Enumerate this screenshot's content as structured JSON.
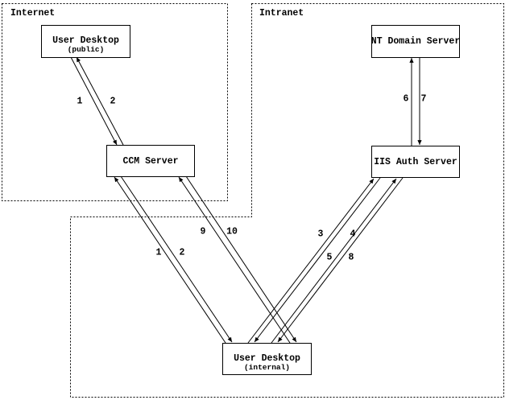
{
  "diagram": {
    "zones": [
      {
        "id": "internet",
        "label": "Internet"
      },
      {
        "id": "intranet",
        "label": "Intranet"
      }
    ],
    "nodes": [
      {
        "id": "user_desktop_public",
        "title": "User Desktop",
        "subtitle": "(public)",
        "zone": "internet"
      },
      {
        "id": "ccm_server",
        "title": "CCM Server",
        "zone": "internet"
      },
      {
        "id": "nt_domain_server",
        "title": "NT Domain Server",
        "zone": "intranet"
      },
      {
        "id": "iis_auth_server",
        "title": "IIS Auth Server",
        "zone": "intranet"
      },
      {
        "id": "user_desktop_internal",
        "title": "User Desktop",
        "subtitle": "(internal)",
        "zone": "intranet"
      }
    ],
    "edges": [
      {
        "label": "1",
        "from": "user_desktop_public",
        "to": "ccm_server"
      },
      {
        "label": "2",
        "from": "ccm_server",
        "to": "user_desktop_public"
      },
      {
        "label": "6",
        "from": "iis_auth_server",
        "to": "nt_domain_server"
      },
      {
        "label": "7",
        "from": "nt_domain_server",
        "to": "iis_auth_server"
      },
      {
        "label": "1",
        "from": "user_desktop_internal",
        "to": "ccm_server"
      },
      {
        "label": "2",
        "from": "ccm_server",
        "to": "user_desktop_internal"
      },
      {
        "label": "9",
        "from": "user_desktop_internal",
        "to": "ccm_server"
      },
      {
        "label": "10",
        "from": "ccm_server",
        "to": "user_desktop_internal"
      },
      {
        "label": "3",
        "from": "user_desktop_internal",
        "to": "iis_auth_server"
      },
      {
        "label": "4",
        "from": "iis_auth_server",
        "to": "user_desktop_internal"
      },
      {
        "label": "5",
        "from": "user_desktop_internal",
        "to": "iis_auth_server"
      },
      {
        "label": "8",
        "from": "iis_auth_server",
        "to": "user_desktop_internal"
      }
    ],
    "colors": {
      "line": "#000000",
      "background": "#ffffff"
    }
  }
}
